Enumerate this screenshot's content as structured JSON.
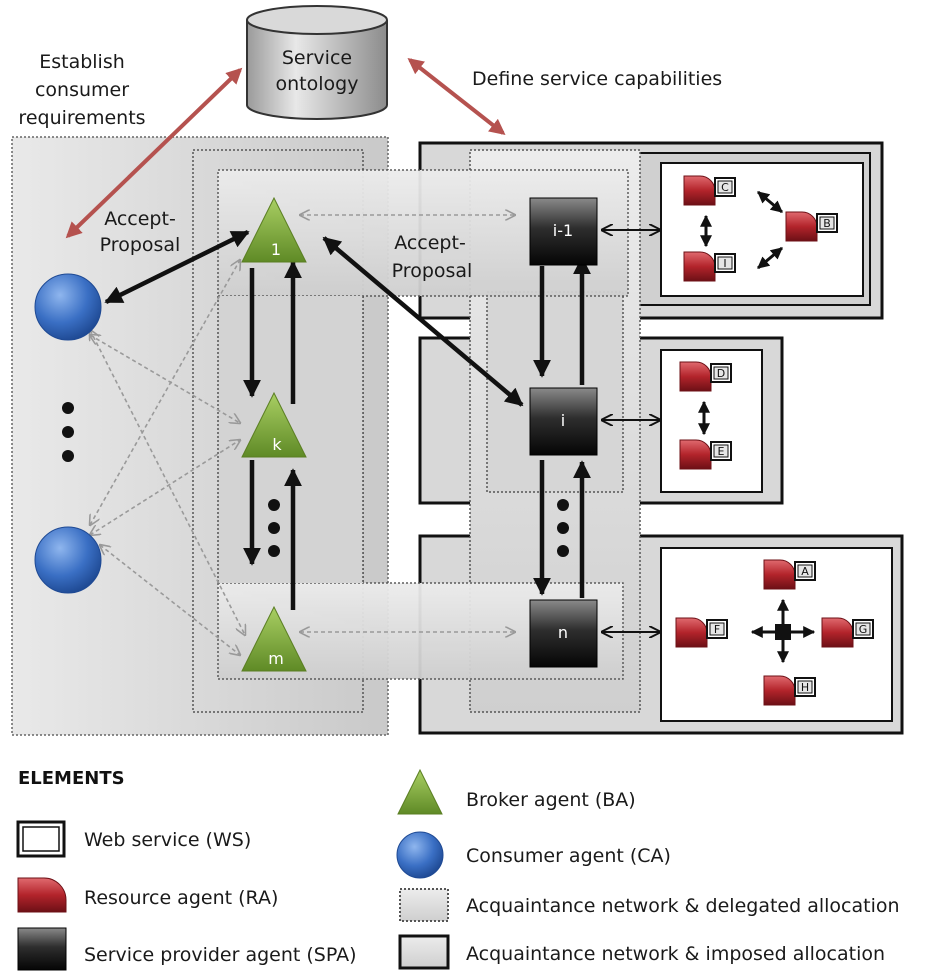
{
  "diagram": {
    "ontology": {
      "line1": "Service",
      "line2": "ontology"
    },
    "labels": {
      "establish": [
        "Establish",
        "consumer",
        "requirements"
      ],
      "define": "Define service capabilities",
      "accept_left": [
        "Accept-",
        "Proposal"
      ],
      "accept_mid": [
        "Accept-",
        "Proposal"
      ]
    },
    "brokers": {
      "b1": "1",
      "bk": "k",
      "bm": "m"
    },
    "providers": {
      "p_i1": "i-1",
      "p_i": "i",
      "p_n": "n"
    },
    "resources": {
      "c": "C",
      "b": "B",
      "i": "I",
      "d": "D",
      "e": "E",
      "a": "A",
      "f": "F",
      "g": "G",
      "h": "H"
    }
  },
  "legend": {
    "title": "ELEMENTS",
    "items": [
      {
        "key": "ws",
        "label": "Web service (WS)"
      },
      {
        "key": "ra",
        "label": "Resource agent (RA)"
      },
      {
        "key": "spa",
        "label": "Service provider agent (SPA)"
      },
      {
        "key": "ba",
        "label": "Broker agent  (BA)"
      },
      {
        "key": "ca",
        "label": "Consumer agent (CA)"
      },
      {
        "key": "delegated",
        "label": "Acquaintance network & delegated allocation"
      },
      {
        "key": "imposed",
        "label": "Acquaintance network & imposed allocation"
      }
    ]
  },
  "colors": {
    "relation_arrow": "#b5524f",
    "broker": "#7da43a",
    "consumer": "#3a6fc4",
    "resource": "#b3242b",
    "provider": "#2a2a2a",
    "panel_gray": "#d9d9d9"
  }
}
